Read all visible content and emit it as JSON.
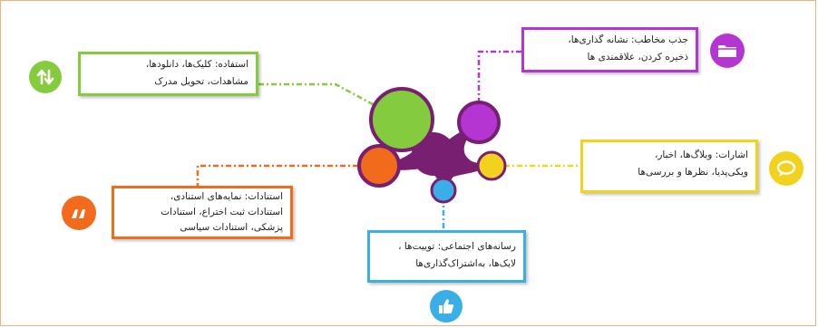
{
  "colors": {
    "green": "#84cc3d",
    "purple": "#b535d2",
    "yellow": "#f2d21c",
    "blue": "#3aaee6",
    "orange": "#f26a1c",
    "hub": "#781f72",
    "border": "#f0b27a"
  },
  "boxes": {
    "usage": {
      "line1": "استفاده: کلیک‌ها، دانلودها،",
      "line2": "مشاهدات، تحویل مدرک",
      "icon": "up-down-arrows-icon"
    },
    "attraction": {
      "line1": "جذب مخاطب: نشانه گذاری‌ها،",
      "line2": "ذخیره کردن، علاقمندی ها",
      "icon": "folder-icon"
    },
    "mentions": {
      "line1": "اشارات: وبلاگ‌ها، اخبار،",
      "line2": "ویکی‌پدیا، نظرها و بررسی‌ها",
      "icon": "speech-bubble-icon"
    },
    "citations": {
      "line1": "استنادات: نمایه‌های استنادی،",
      "line2": "استنادات ثبت اختراع، استنادات",
      "line3": "پزشکی، استنادات سیاسی",
      "icon": "quote-icon"
    },
    "social": {
      "line1": "رسانه‌های اجتماعی: توییت‌ها ،",
      "line2": "لایک‌ها، به‌اشتراک‌گذاری‌ها",
      "icon": "thumbs-up-icon"
    }
  }
}
